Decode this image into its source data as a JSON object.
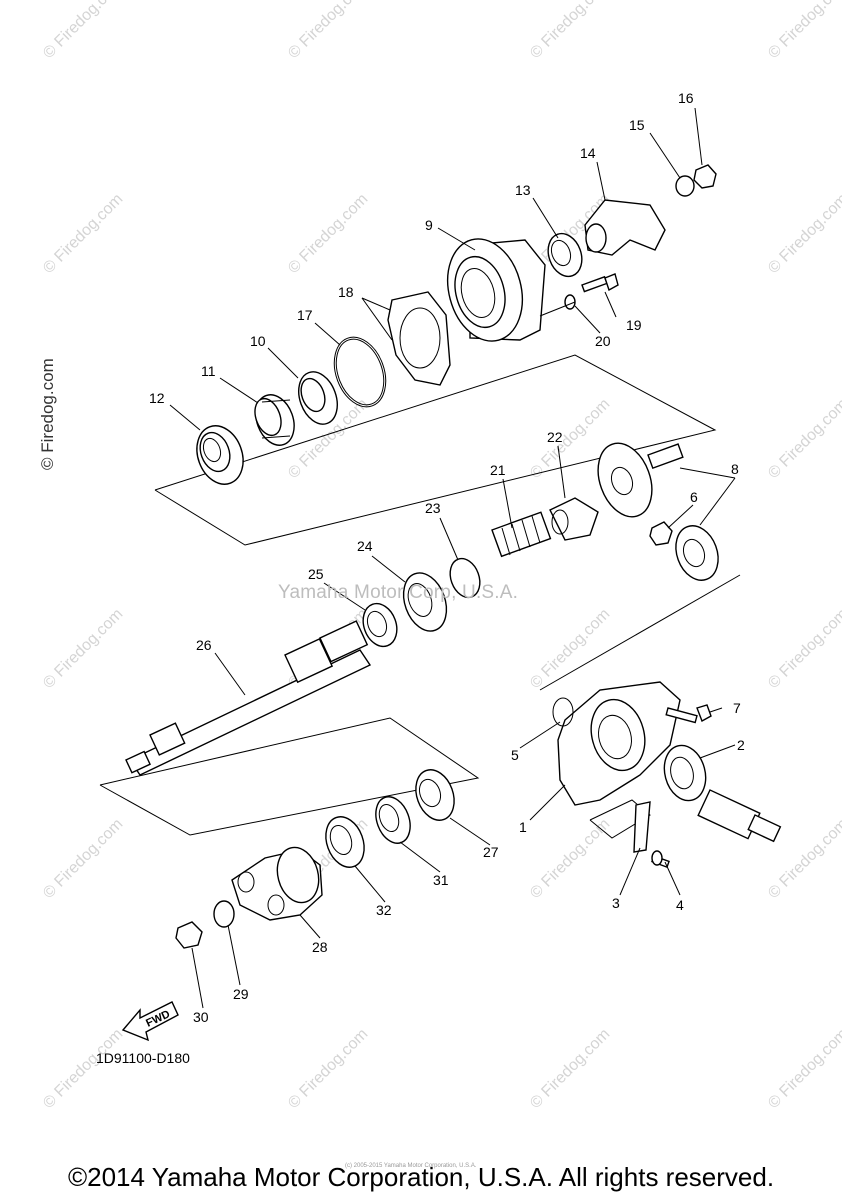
{
  "watermark_text": "© Firedog.com",
  "center_watermark": "Yamaha Motor Corp, U.S.A.",
  "side_watermark": "© Firedog.com",
  "diagram_code": "1D91100-D180",
  "fwd_label": "FWD",
  "fine_print": "(c) 2005-2015 Yamaha Motor Corporation, U.S.A.",
  "copyright": "©2014 Yamaha Motor Corporation, U.S.A. All rights reserved.",
  "callouts": [
    "1",
    "2",
    "3",
    "4",
    "5",
    "6",
    "7",
    "8",
    "9",
    "10",
    "11",
    "12",
    "13",
    "14",
    "15",
    "16",
    "17",
    "18",
    "19",
    "20",
    "21",
    "22",
    "23",
    "24",
    "25",
    "26",
    "27",
    "28",
    "29",
    "30",
    "31",
    "32"
  ],
  "colors": {
    "line": "#000000",
    "watermark": "#d4d4d4",
    "background": "#ffffff"
  }
}
